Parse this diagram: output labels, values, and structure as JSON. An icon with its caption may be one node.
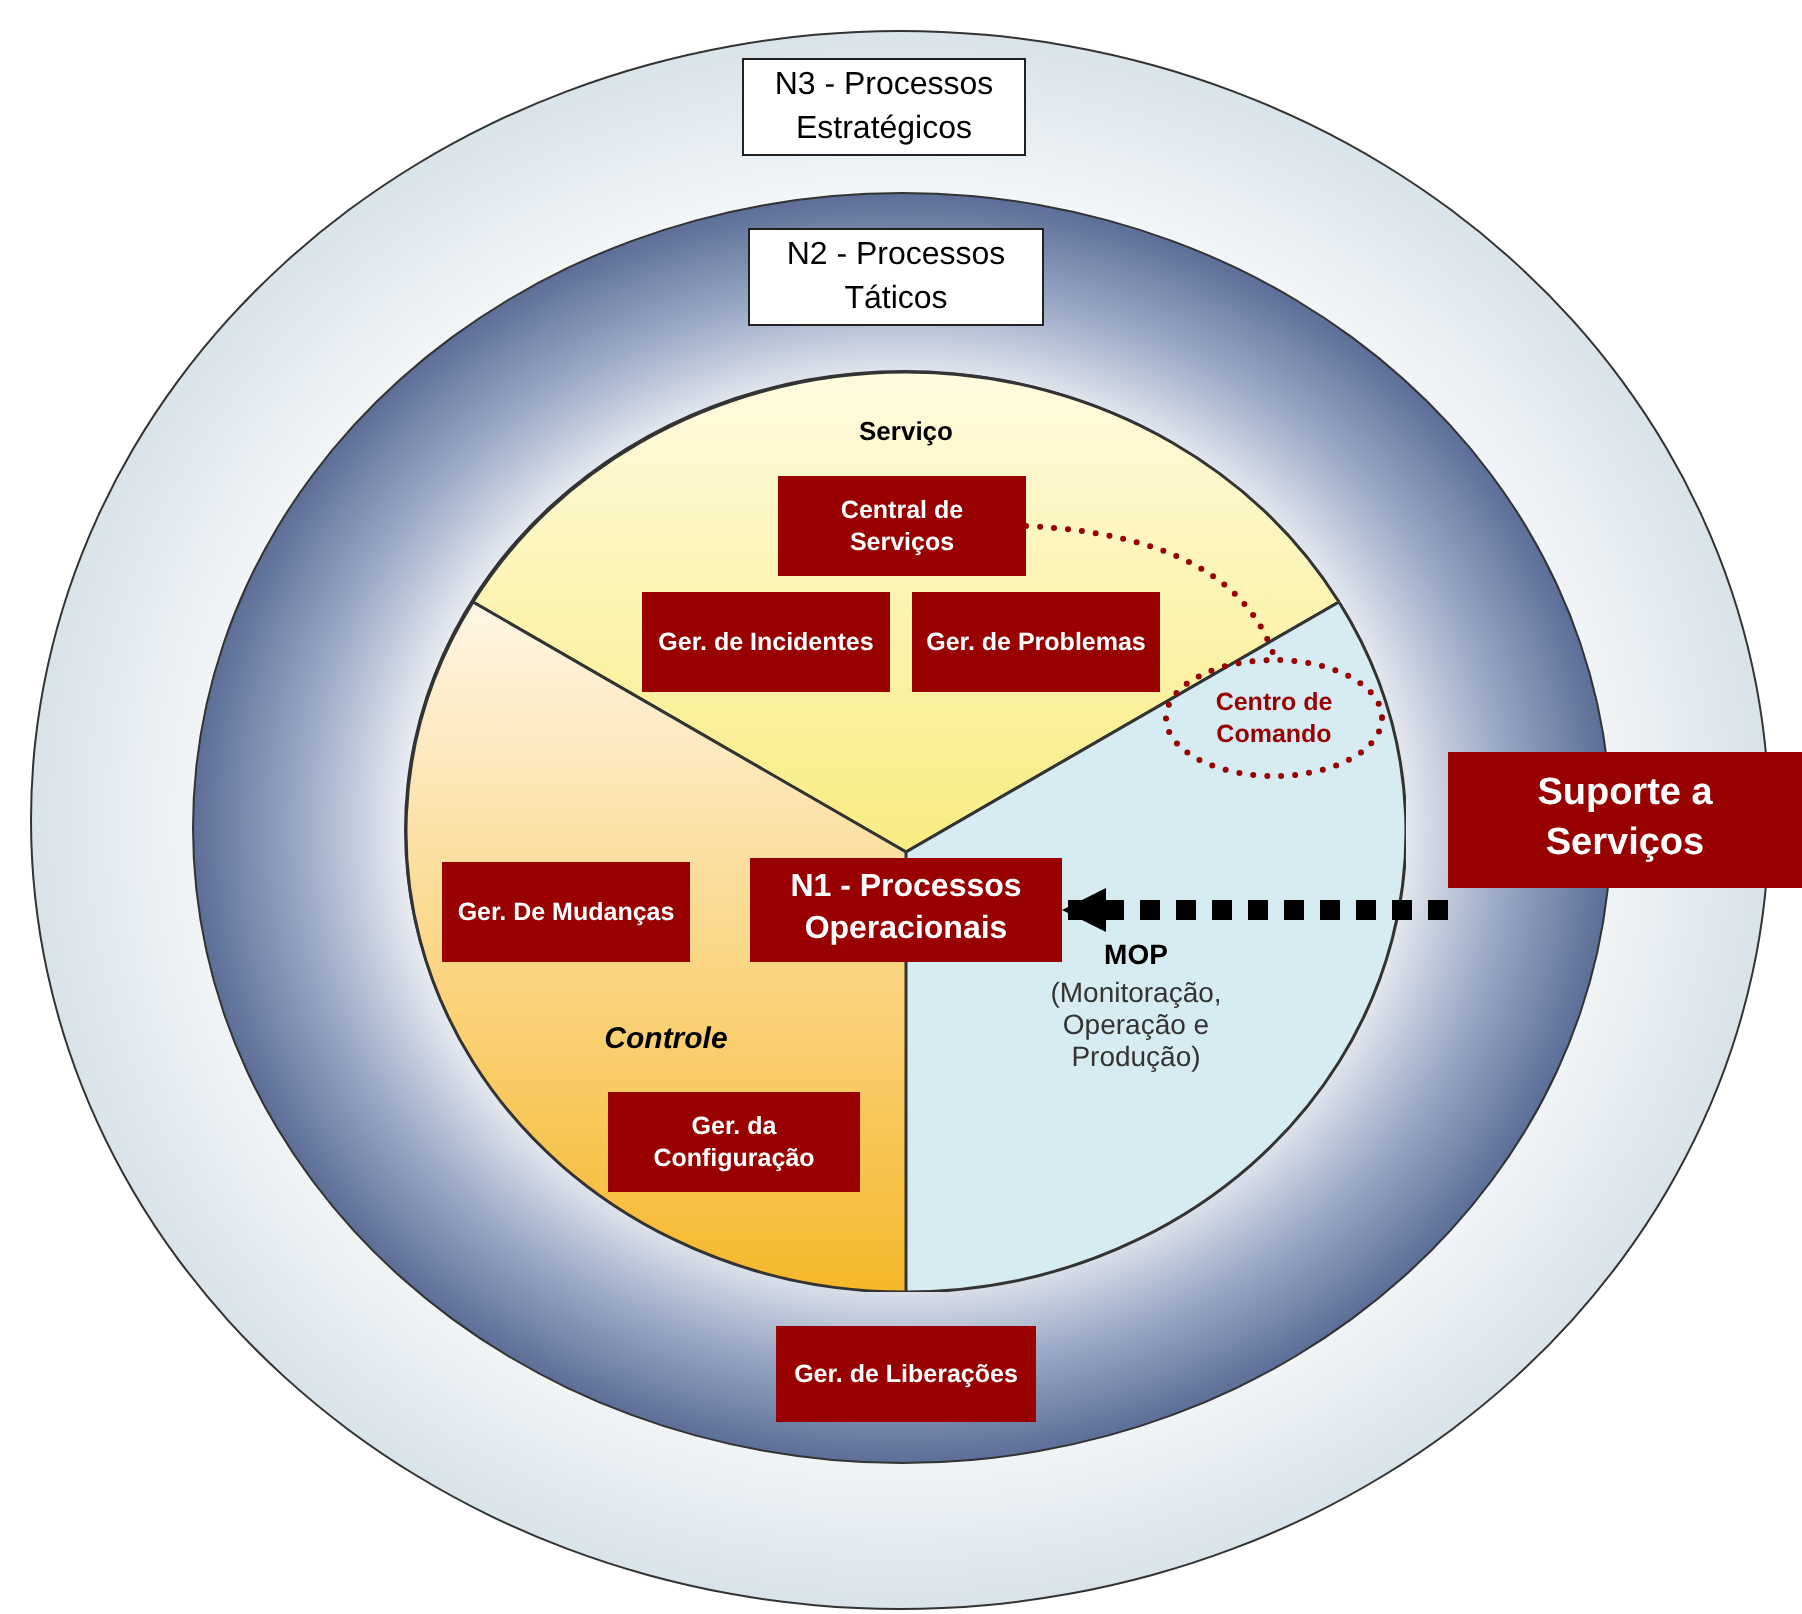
{
  "diagram": {
    "nodes": [
      {
        "text": [
          "N3 - Processos Estratégicos"
        ]
      },
      {
        "text": [
          "N2 - Processos Táticos"
        ],
        "in": 0
      },
      {
        "text": [],
        "shape": "circle",
        "in": 1
      },
      {
        "text": [
          "Serviço"
        ],
        "in": 2
      },
      {
        "text": [
          "Central de Serviços"
        ],
        "in": 3
      },
      {
        "text": [
          "Ger. de Incidentes"
        ],
        "in": 3
      },
      {
        "text": [
          "Ger. de Problemas"
        ],
        "in": 3
      },
      {
        "text": [
          "Centro de Comando"
        ],
        "in": 12
      },
      {
        "text": [
          "N1 - Processos Operacionais"
        ],
        "in": 2
      },
      {
        "text": [
          "Controle"
        ],
        "in": 2
      },
      {
        "text": [
          "Ger. De Mudanças"
        ],
        "in": 9
      },
      {
        "text": [
          "Ger. da Configuração"
        ],
        "in": 9
      },
      {
        "text": [
          "MOP",
          "(Monitoração, Operação e Produção)"
        ],
        "in": 2
      },
      {
        "text": [
          "Ger. de Liberações"
        ],
        "in": 1
      },
      {
        "text": [
          "Suporte a Serviços"
        ]
      }
    ],
    "edges": [
      {
        "from": 4,
        "to": 7,
        "arrow": "none",
        "style": "dashed",
        "color": "#990000"
      },
      {
        "from": 14,
        "to": 8,
        "arrow": "to",
        "style": "dashed",
        "color": "#000000"
      }
    ]
  }
}
